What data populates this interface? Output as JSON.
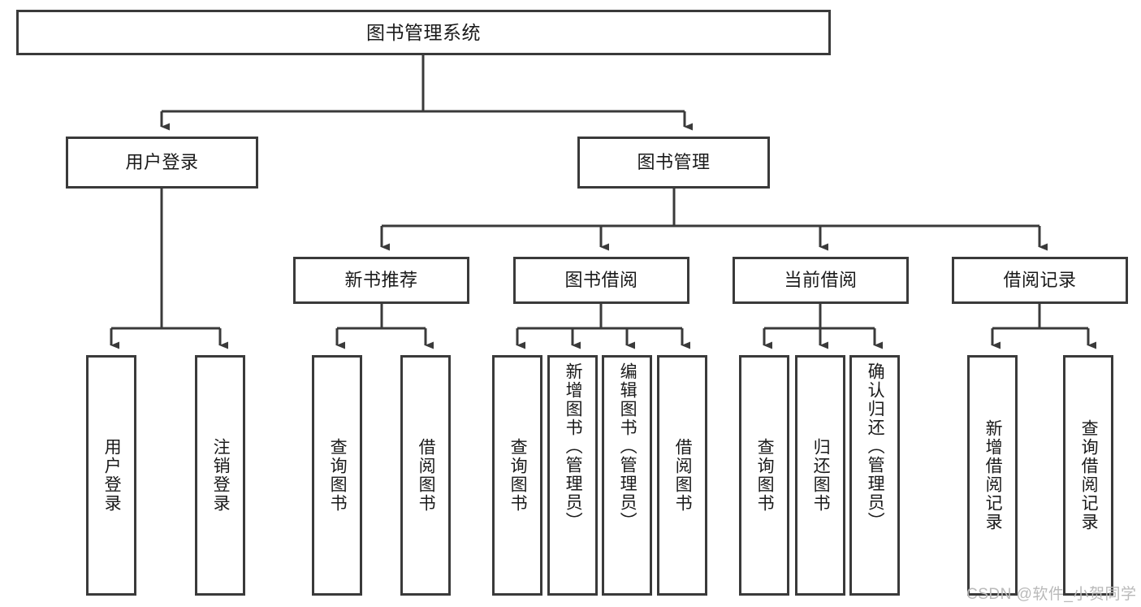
{
  "diagram": {
    "type": "tree",
    "title": "图书管理系统",
    "style": {
      "box_border_color": "#3a3a3a",
      "box_fill_color": "#ffffff",
      "edge_color": "#3a3a3a",
      "text_color": "#1a1a1a",
      "background": "#ffffff",
      "watermark_color": "#b9b9b9"
    },
    "nodes": {
      "root": {
        "label": "图书管理系统"
      },
      "level2": [
        {
          "id": "user_login",
          "label": "用户登录"
        },
        {
          "id": "book_mgmt",
          "label": "图书管理"
        }
      ],
      "level3": [
        {
          "id": "new_book_rec",
          "label": "新书推荐"
        },
        {
          "id": "book_borrow",
          "label": "图书借阅"
        },
        {
          "id": "current_borrow",
          "label": "当前借阅"
        },
        {
          "id": "borrow_record",
          "label": "借阅记录"
        }
      ],
      "leaves": [
        {
          "id": "leaf_user_login",
          "label": "用户登录",
          "parent": "user_login"
        },
        {
          "id": "leaf_user_logout",
          "label": "注销登录",
          "parent": "user_login"
        },
        {
          "id": "leaf_query_book_1",
          "label": "查询图书",
          "parent": "new_book_rec"
        },
        {
          "id": "leaf_borrow_book_1",
          "label": "借阅图书",
          "parent": "new_book_rec"
        },
        {
          "id": "leaf_query_book_2",
          "label": "查询图书",
          "parent": "book_borrow"
        },
        {
          "id": "leaf_add_book",
          "label": "新增图书（管理员）",
          "parent": "book_borrow"
        },
        {
          "id": "leaf_edit_book",
          "label": "编辑图书（管理员）",
          "parent": "book_borrow"
        },
        {
          "id": "leaf_borrow_book_2",
          "label": "借阅图书",
          "parent": "book_borrow"
        },
        {
          "id": "leaf_query_book_3",
          "label": "查询图书",
          "parent": "current_borrow"
        },
        {
          "id": "leaf_return_book",
          "label": "归还图书",
          "parent": "current_borrow"
        },
        {
          "id": "leaf_confirm_return",
          "label": "确认归还（管理员）",
          "parent": "current_borrow"
        },
        {
          "id": "leaf_add_record",
          "label": "新增借阅记录",
          "parent": "borrow_record"
        },
        {
          "id": "leaf_query_record",
          "label": "查询借阅记录",
          "parent": "borrow_record"
        }
      ]
    },
    "watermark": "CSDN @软件_小贺同学"
  }
}
